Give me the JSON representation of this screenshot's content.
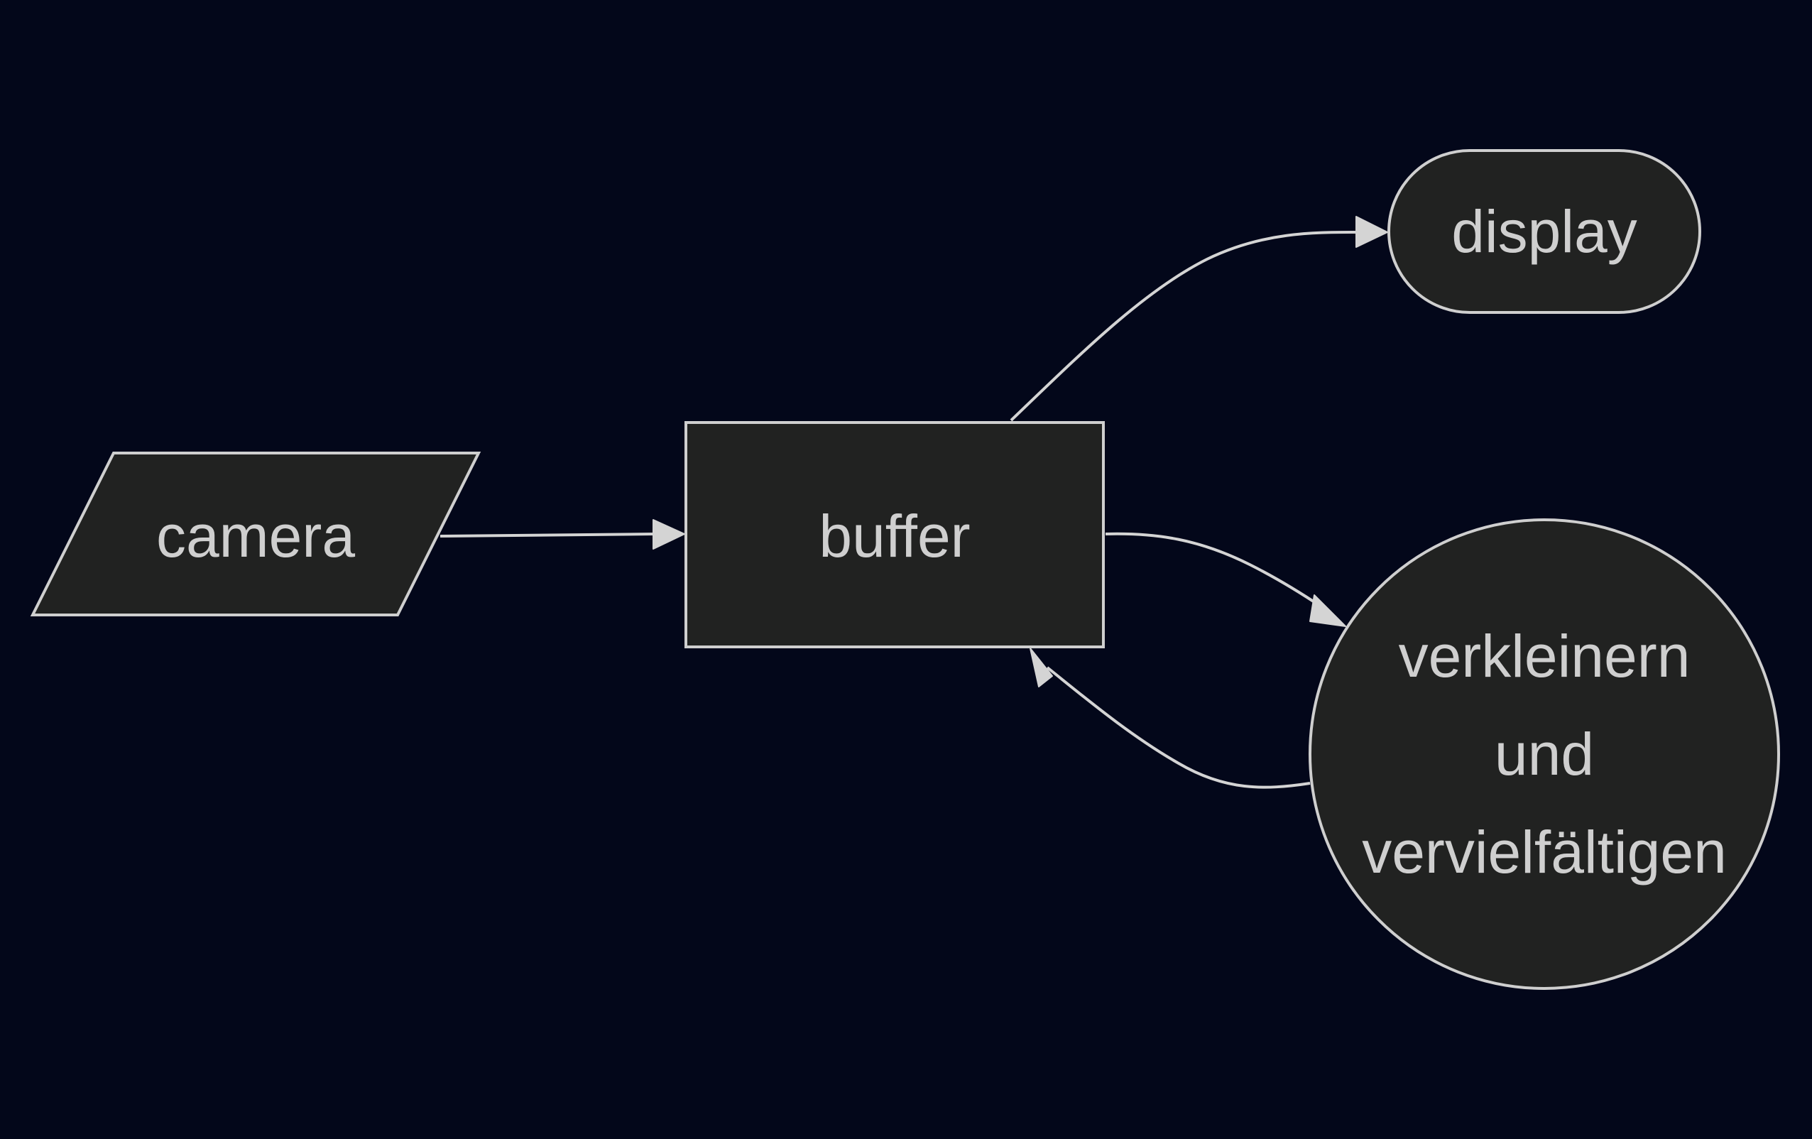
{
  "diagram": {
    "nodes": {
      "camera": {
        "label": "camera",
        "shape": "parallelogram"
      },
      "buffer": {
        "label": "buffer",
        "shape": "rectangle"
      },
      "display": {
        "label": "display",
        "shape": "stadium"
      },
      "scale": {
        "shape": "circle",
        "lines": [
          "verkleinern",
          "und",
          "vervielfältigen"
        ]
      }
    },
    "edges": [
      {
        "from": "camera",
        "to": "buffer"
      },
      {
        "from": "buffer",
        "to": "display"
      },
      {
        "from": "buffer",
        "to": "scale"
      },
      {
        "from": "scale",
        "to": "buffer"
      }
    ],
    "colors": {
      "background": "#03071a",
      "node_fill": "#212221",
      "node_stroke": "#cfcfcf",
      "text": "#cfcfcf",
      "edge": "#d4d4d4"
    }
  }
}
